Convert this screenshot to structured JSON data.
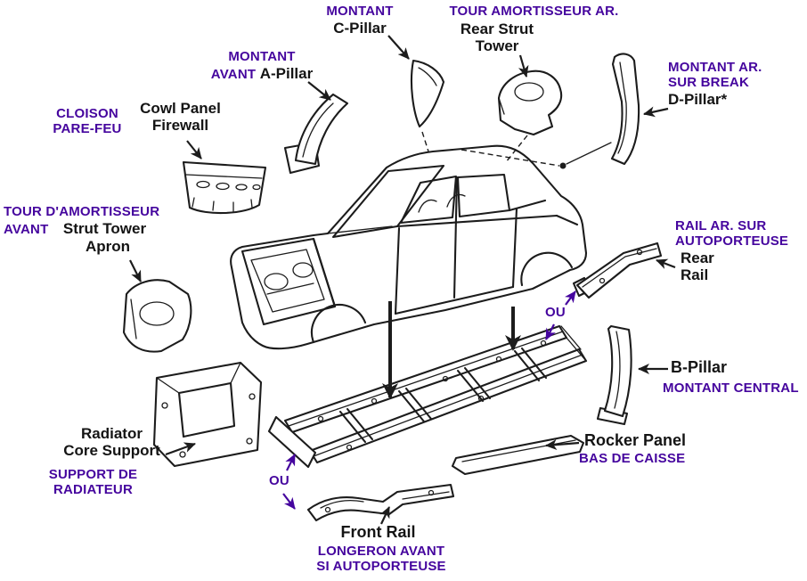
{
  "title": "Car body structural parts diagram (French / English)",
  "colors": {
    "french": "#45059e",
    "english": "#141414",
    "line": "#1c1c1c",
    "background": "#ffffff"
  },
  "labels": {
    "c_pillar": {
      "fr": "MONTANT",
      "en": "C-Pillar"
    },
    "rear_strut_tower": {
      "fr": "TOUR AMORTISSEUR AR.",
      "en_line1": "Rear Strut",
      "en_line2": "Tower"
    },
    "a_pillar": {
      "fr_line1": "MONTANT",
      "fr_line2": "AVANT",
      "en": "A-Pillar"
    },
    "cowl_panel": {
      "fr_line1": "CLOISON",
      "fr_line2": "PARE-FEU",
      "en_line1": "Cowl Panel",
      "en_line2": "Firewall"
    },
    "d_pillar": {
      "fr_line1": "MONTANT AR.",
      "fr_line2": "SUR BREAK",
      "en": "D-Pillar*"
    },
    "strut_tower_apron": {
      "fr_line1": "TOUR D'AMORTISSEUR",
      "fr_line2": "AVANT",
      "en_line1": "Strut Tower",
      "en_line2": "Apron"
    },
    "rear_rail": {
      "fr_line1": "RAIL AR. SUR",
      "fr_line2": "AUTOPORTEUSE",
      "en_line1": "Rear",
      "en_line2": "Rail"
    },
    "ou_upper": {
      "fr": "OU"
    },
    "b_pillar": {
      "en": "B-Pillar",
      "fr": "MONTANT CENTRAL"
    },
    "radiator_core_support": {
      "en_line1": "Radiator",
      "en_line2": "Core Support",
      "fr_line1": "SUPPORT DE",
      "fr_line2": "RADIATEUR"
    },
    "rocker_panel": {
      "en": "Rocker Panel",
      "fr": "BAS DE CAISSE"
    },
    "ou_lower": {
      "fr": "OU"
    },
    "front_rail": {
      "en": "Front Rail",
      "fr_line1": "LONGERON AVANT",
      "fr_line2": "SI AUTOPORTEUSE"
    }
  }
}
